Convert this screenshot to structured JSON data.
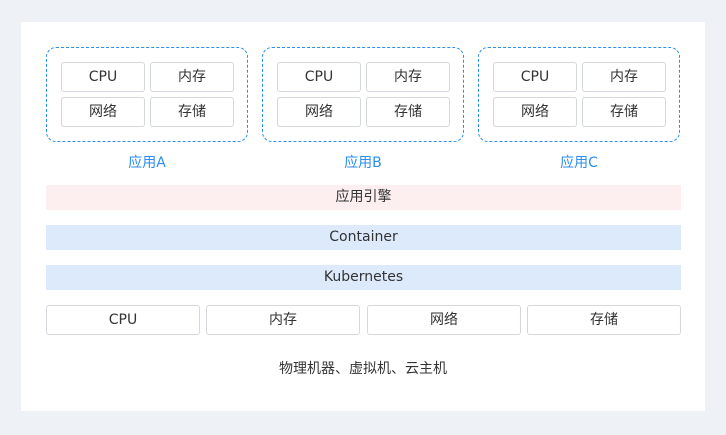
{
  "apps": [
    {
      "name": "应用A",
      "resources": [
        "CPU",
        "内存",
        "网络",
        "存储"
      ]
    },
    {
      "name": "应用B",
      "resources": [
        "CPU",
        "内存",
        "网络",
        "存储"
      ]
    },
    {
      "name": "应用C",
      "resources": [
        "CPU",
        "内存",
        "网络",
        "存储"
      ]
    }
  ],
  "layers": {
    "engine": "应用引擎",
    "container": "Container",
    "kubernetes": "Kubernetes"
  },
  "base_resources": [
    "CPU",
    "内存",
    "网络",
    "存储"
  ],
  "footer": "物理机器、虚拟机、云主机",
  "colors": {
    "accent": "#2b8ef0",
    "engine_band": "#fdeeef",
    "container_band": "#ddeafb",
    "background": "#eef1f6"
  }
}
